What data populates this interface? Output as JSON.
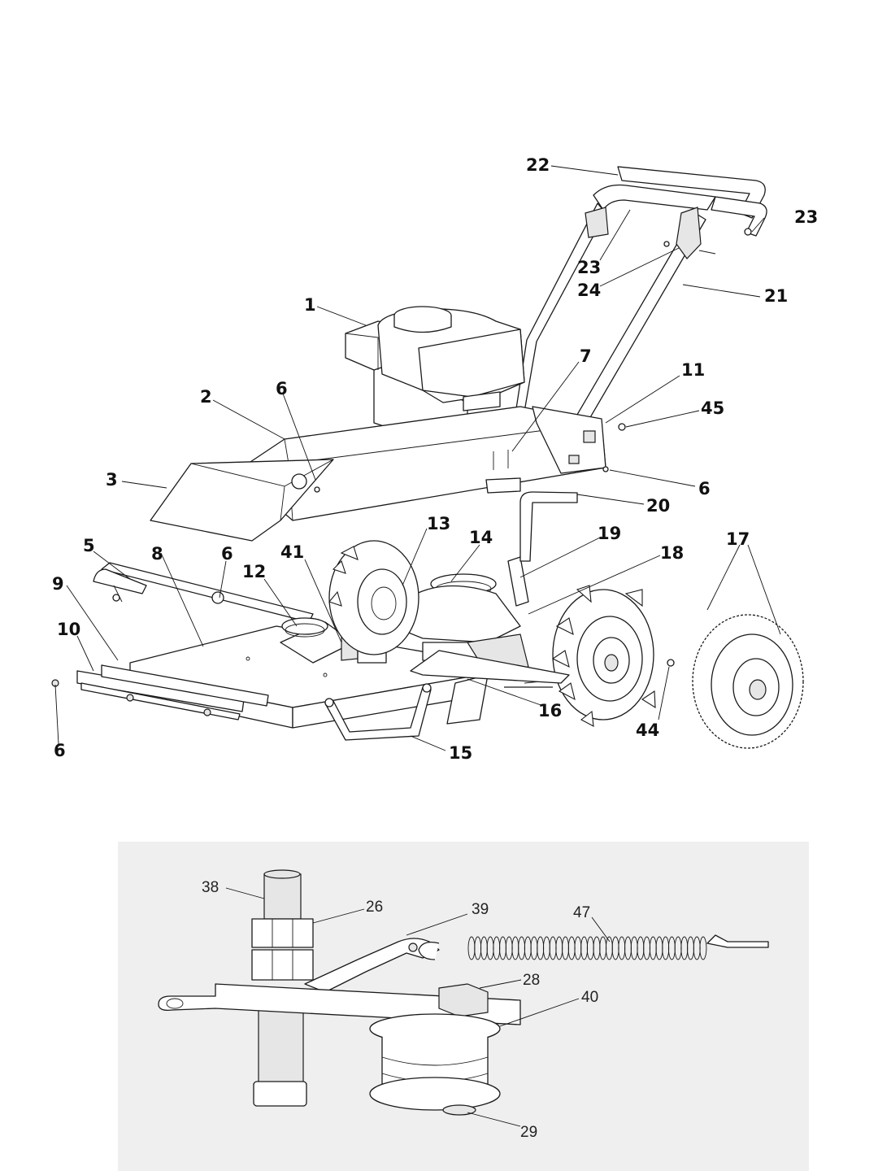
{
  "main_view": {
    "callouts": [
      "1",
      "2",
      "3",
      "5",
      "6",
      "6",
      "6",
      "6",
      "7",
      "8",
      "9",
      "10",
      "11",
      "12",
      "13",
      "14",
      "15",
      "16",
      "17",
      "18",
      "19",
      "20",
      "21",
      "22",
      "23",
      "23",
      "24",
      "41",
      "44",
      "45"
    ]
  },
  "inset_view": {
    "background": "#efefef",
    "callouts": [
      "38",
      "26",
      "39",
      "47",
      "28",
      "40",
      "29"
    ]
  }
}
